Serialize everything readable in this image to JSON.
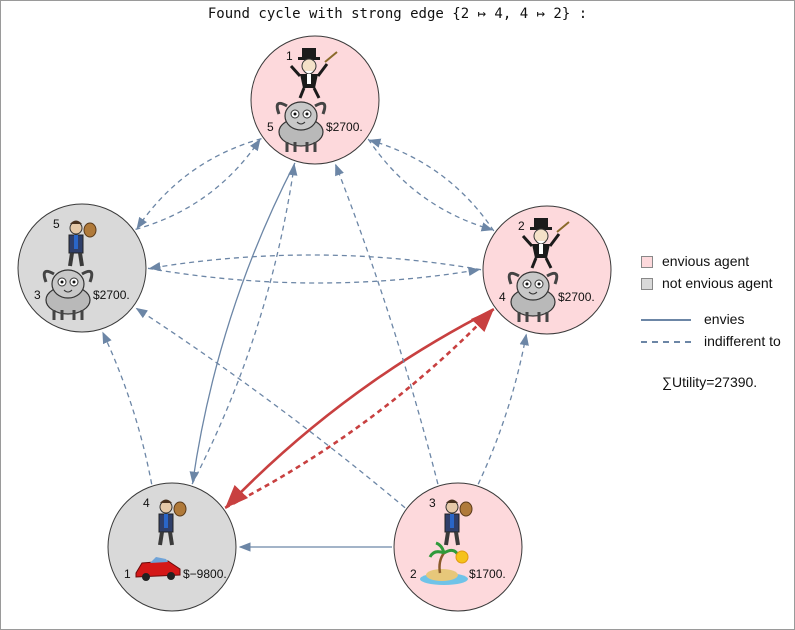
{
  "title": "Found cycle with strong edge {2 ↦ 4, 4 ↦ 2} :",
  "colors": {
    "envious": "#fdd9dc",
    "not_envious": "#d9d9d9",
    "node_stroke": "#3a3a3a",
    "edge_blue": "#6c86a6",
    "edge_red": "#c84040"
  },
  "nodes": [
    {
      "id": "top",
      "state": "envious",
      "person_icon": "monopoly-man-icon",
      "person_count": "1",
      "item_icon": "goat-icon",
      "item_count": "5",
      "money": "$2700."
    },
    {
      "id": "right",
      "state": "envious",
      "person_icon": "monopoly-man-icon",
      "person_count": "2",
      "item_icon": "goat-icon",
      "item_count": "4",
      "money": "$2700."
    },
    {
      "id": "left",
      "state": "not_envious",
      "person_icon": "man-with-moneybag-icon",
      "person_count": "5",
      "item_icon": "goat-icon",
      "item_count": "3",
      "money": "$2700."
    },
    {
      "id": "bottom-left",
      "state": "not_envious",
      "person_icon": "man-with-moneybag-icon",
      "person_count": "4",
      "item_icon": "red-car-icon",
      "item_count": "1",
      "money": "$−9800."
    },
    {
      "id": "bottom-right",
      "state": "envious",
      "person_icon": "man-with-moneybag-icon",
      "person_count": "3",
      "item_icon": "island-icon",
      "item_count": "2",
      "money": "$1700."
    }
  ],
  "edges": [
    {
      "from": "top",
      "to": "bottom-left",
      "kind": "envies"
    },
    {
      "from": "bottom-right",
      "to": "bottom-left",
      "kind": "envies"
    },
    {
      "from": "right",
      "to": "bottom-left",
      "kind": "envies-strong"
    },
    {
      "from": "bottom-left",
      "to": "right",
      "kind": "indifferent-strong"
    },
    {
      "from": "left",
      "to": "top",
      "kind": "indifferent"
    },
    {
      "from": "top",
      "to": "left",
      "kind": "indifferent"
    },
    {
      "from": "top",
      "to": "right",
      "kind": "indifferent"
    },
    {
      "from": "right",
      "to": "top",
      "kind": "indifferent"
    },
    {
      "from": "left",
      "to": "right",
      "kind": "indifferent"
    },
    {
      "from": "right",
      "to": "left",
      "kind": "indifferent"
    },
    {
      "from": "bottom-left",
      "to": "left",
      "kind": "indifferent"
    },
    {
      "from": "bottom-left",
      "to": "top",
      "kind": "indifferent"
    },
    {
      "from": "bottom-right",
      "to": "top",
      "kind": "indifferent"
    },
    {
      "from": "bottom-right",
      "to": "right",
      "kind": "indifferent"
    },
    {
      "from": "bottom-right",
      "to": "left",
      "kind": "indifferent"
    }
  ],
  "legend": {
    "envious_label": "envious agent",
    "not_envious_label": "not envious agent",
    "envies_label": "envies",
    "indifferent_label": "indifferent to"
  },
  "utility": "∑Utility=27390."
}
